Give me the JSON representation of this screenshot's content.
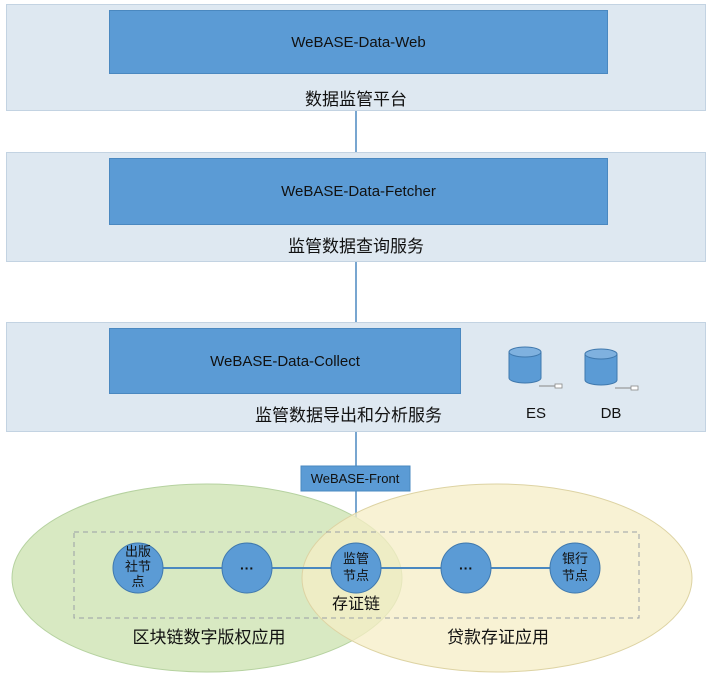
{
  "layers": {
    "web": {
      "component": "WeBASE-Data-Web",
      "label": "数据监管平台"
    },
    "fetcher": {
      "component": "WeBASE-Data-Fetcher",
      "label": "监管数据查询服务"
    },
    "collect": {
      "component": "WeBASE-Data-Collect",
      "label": "监管数据导出和分析服务"
    }
  },
  "storage": {
    "es": "ES",
    "db": "DB"
  },
  "front": "WeBASE-Front",
  "nodes": {
    "publisher": [
      "出版",
      "社节",
      "点"
    ],
    "ellipsis_left": "···",
    "regulator": [
      "监管",
      "节点"
    ],
    "ellipsis_right": "···",
    "bank": [
      "银行",
      "节点"
    ]
  },
  "chain_label": "存证链",
  "apps": {
    "left": "区块链数字版权应用",
    "right": "贷款存证应用"
  },
  "colors": {
    "layer_bg": "#dee8f1",
    "component_blue": "#5b9bd5",
    "green_ellipse": "#d8e9c2",
    "yellow_ellipse": "#f5eec6",
    "node_fill": "#5b9bd5",
    "connector": "#4a88c0"
  },
  "icons": [
    "database-icon",
    "database-icon"
  ]
}
